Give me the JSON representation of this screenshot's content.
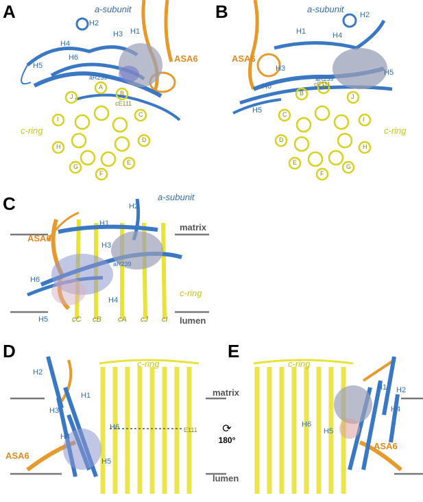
{
  "panels": {
    "A": {
      "label": "A",
      "a_subunit": "a-subunit",
      "asa6": "ASA6",
      "helices": [
        "H1",
        "H2",
        "H3",
        "H4",
        "H5",
        "H6"
      ],
      "residue1": "aR239",
      "residue2": "cE111",
      "c_ring": "c-ring",
      "chains": [
        "A",
        "B",
        "C",
        "D",
        "E",
        "F",
        "G",
        "H",
        "I",
        "J"
      ]
    },
    "B": {
      "label": "B",
      "a_subunit": "a-subunit",
      "asa6": "ASA6",
      "helices": [
        "H1",
        "H2",
        "H3",
        "H4",
        "H5",
        "H6"
      ],
      "residue1": "aR239",
      "residue2": "cE111",
      "c_ring": "c-ring",
      "chains": [
        "A",
        "B",
        "C",
        "D",
        "E",
        "F",
        "G",
        "H",
        "I",
        "J"
      ]
    },
    "C": {
      "label": "C",
      "a_subunit": "a-subunit",
      "asa6": "ASA6",
      "matrix": "matrix",
      "lumen": "lumen",
      "c_ring": "c-ring",
      "residue": "aR239",
      "helices": [
        "H1",
        "H2",
        "H3",
        "H4",
        "H5",
        "H6"
      ],
      "chains": [
        "cC",
        "cB",
        "cA",
        "cJ",
        "cI"
      ]
    },
    "D": {
      "label": "D",
      "c_ring": "c-ring",
      "matrix": "matrix",
      "lumen": "lumen",
      "asa6": "ASA6",
      "residue": "E111",
      "rotation": "180°",
      "helices": [
        "H1",
        "H2",
        "H3",
        "H4",
        "H5",
        "H6"
      ]
    },
    "E": {
      "label": "E",
      "c_ring": "c-ring",
      "asa6": "ASA6",
      "helices": [
        "H1",
        "H2",
        "H4",
        "H5",
        "H6"
      ]
    }
  },
  "colors": {
    "a_subunit": "#3a78c4",
    "asa6": "#e59a2e",
    "c_ring": "#e8e23a",
    "membrane": "#777777",
    "surface": "#9a9fb8"
  }
}
